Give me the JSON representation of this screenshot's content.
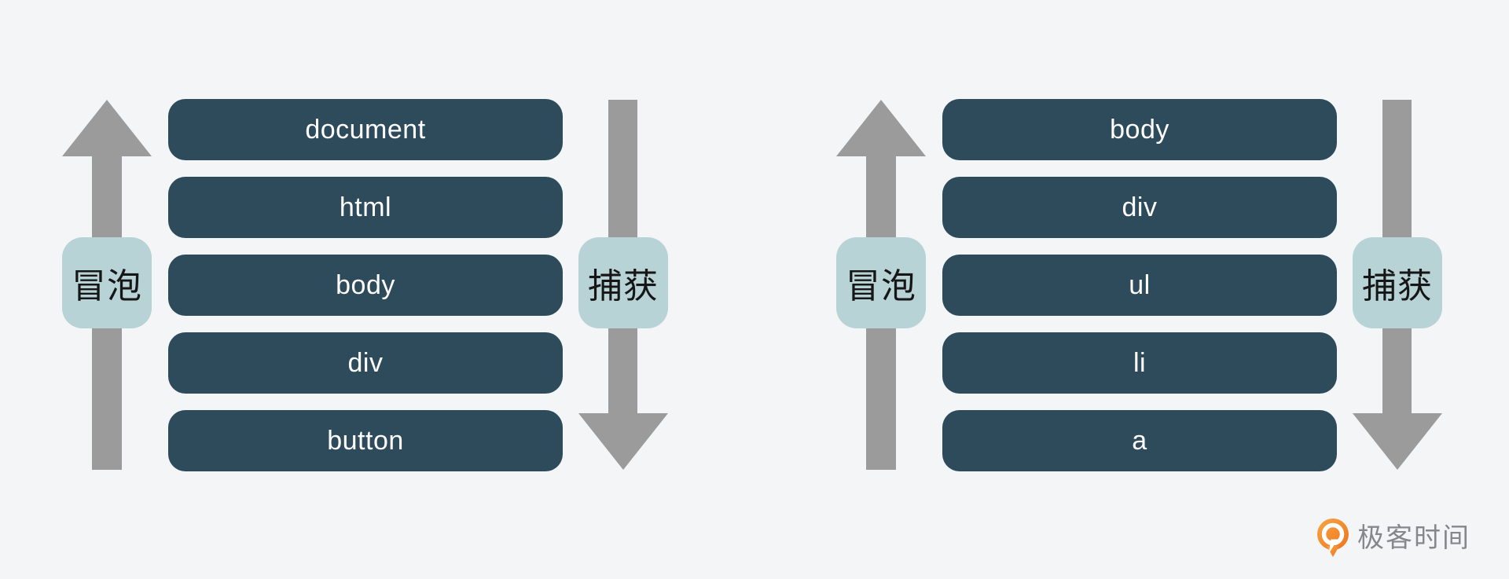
{
  "figure": {
    "title_hidden": "",
    "background_color": "#f3f5f6",
    "colors": {
      "node_box": "#2d4b5b",
      "node_text": "#ffffff",
      "badge": "#b7d3d5",
      "badge_text": "#161616",
      "arrow": "#9b9b9b",
      "logo_orange": "#ee7e26",
      "logo_text_gray": "#85888a"
    }
  },
  "diagrams": [
    {
      "bubble_label": "冒泡",
      "capture_label": "捕获",
      "boxes": [
        "document",
        "html",
        "body",
        "div",
        "button"
      ]
    },
    {
      "bubble_label": "冒泡",
      "capture_label": "捕获",
      "boxes": [
        "body",
        "div",
        "ul",
        "li",
        "a"
      ]
    }
  ],
  "branding": {
    "logo_text": "极客时间"
  }
}
